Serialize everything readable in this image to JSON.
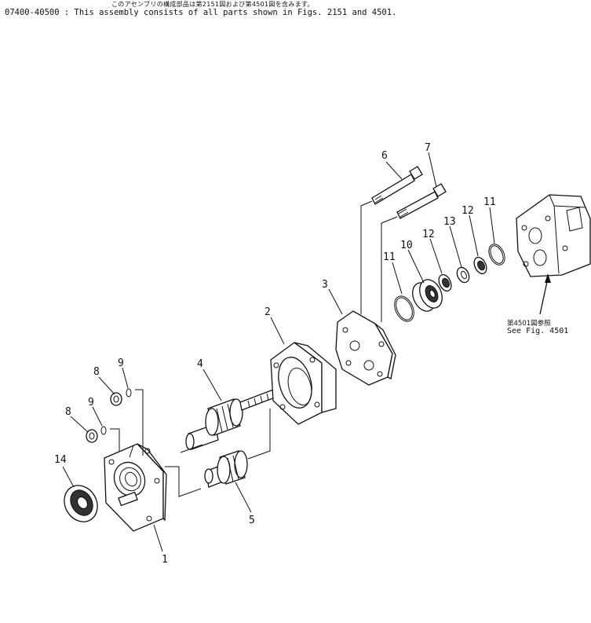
{
  "header": {
    "note_jp": "このアセンブリの構成部品は第2151図および第4501図を含みます。",
    "note_en": "07400-40500 : This assembly consists of all parts shown in Figs. 2151 and 4501."
  },
  "reference": {
    "ref_jp": "第4501図参照",
    "ref_en": "See Fig. 4501"
  },
  "callouts": {
    "c1": "1",
    "c2": "2",
    "c3": "3",
    "c4": "4",
    "c5": "5",
    "c6": "6",
    "c7": "7",
    "c8a": "8",
    "c8b": "8",
    "c9a": "9",
    "c9b": "9",
    "c10": "10",
    "c11a": "11",
    "c11b": "11",
    "c12a": "12",
    "c12b": "12",
    "c13": "13",
    "c14": "14"
  }
}
